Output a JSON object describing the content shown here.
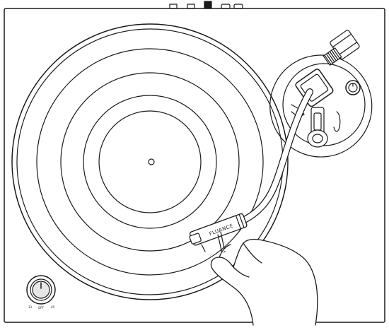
{
  "cartridge": {
    "brand_text": "FLUANCE"
  },
  "speed_knob": {
    "left_label": "33",
    "center_label": "OFF",
    "right_label": "45"
  },
  "colors": {
    "stroke": "#1a1a1a",
    "background": "#ffffff",
    "accent_gray": "#e6e6e6"
  }
}
